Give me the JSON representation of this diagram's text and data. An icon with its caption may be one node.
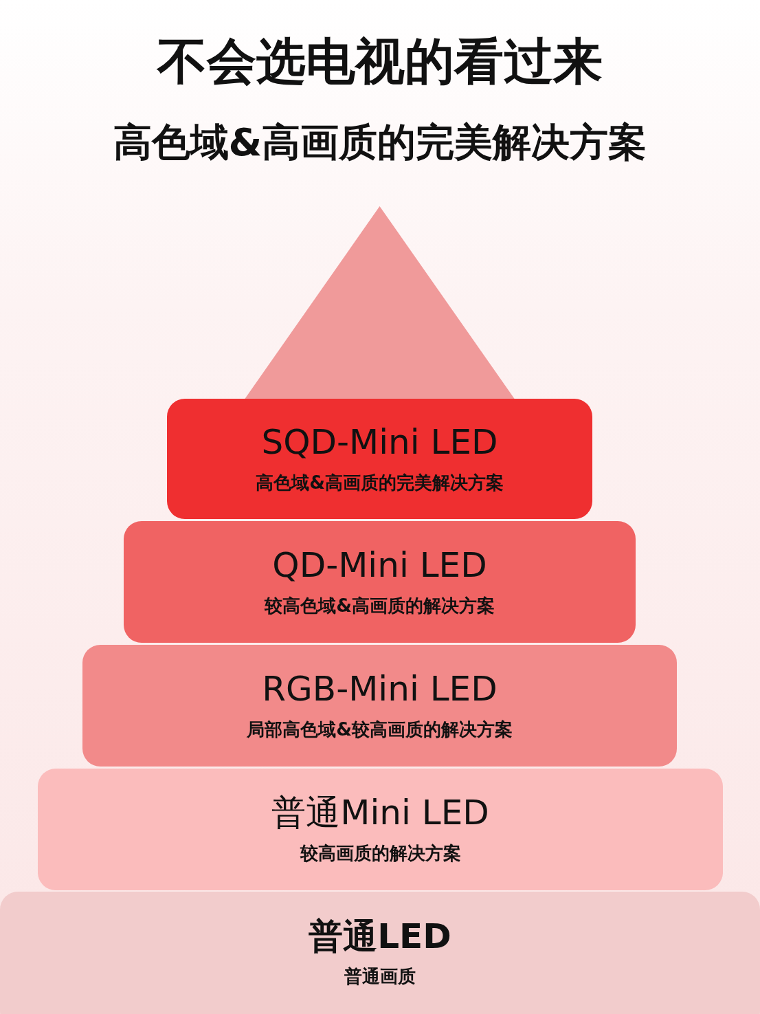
{
  "diagram": {
    "title": "不会选电视的看过来",
    "nodes": [
      {
        "text": [],
        "shape": "triangle"
      },
      {
        "text": [
          "SQD-Mini LED",
          "高色域&高画质的完美解决方案"
        ]
      },
      {
        "text": [
          "QD-Mini LED",
          "较高色域&高画质的解决方案"
        ]
      },
      {
        "text": [
          "RGB-Mini LED",
          "局部高色域&较高画质的解决方案"
        ]
      },
      {
        "text": [
          "普通Mini LED",
          "较高画质的解决方案"
        ]
      },
      {
        "text": [
          "普通LED",
          "普通画质"
        ]
      }
    ],
    "labels": [
      "高色域&高画质的完美解决方案"
    ]
  }
}
